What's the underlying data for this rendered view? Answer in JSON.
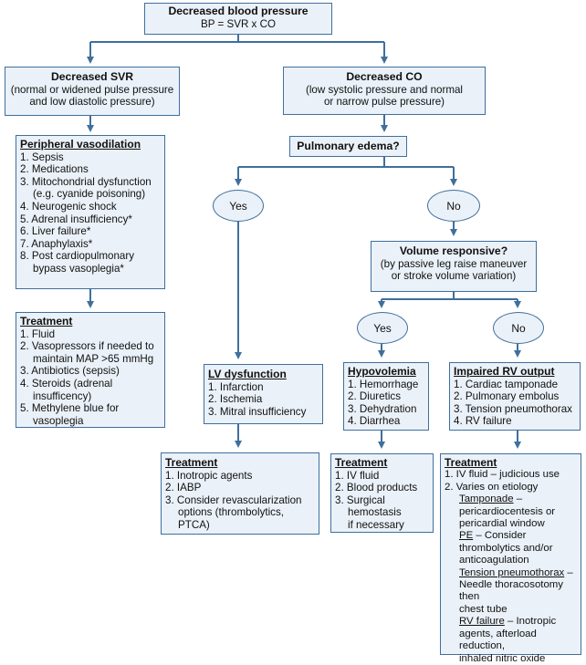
{
  "top": {
    "title": "Decreased blood pressure",
    "formula": "BP = SVR x CO"
  },
  "svr": {
    "title": "Decreased SVR",
    "line1": "(normal or widened pulse pressure",
    "line2": "and low diastolic pressure)"
  },
  "co": {
    "title": "Decreased CO",
    "line1": "(low systolic pressure and normal",
    "line2": "or narrow pulse pressure)"
  },
  "vasodilation": {
    "title": "Peripheral vasodilation",
    "items": [
      "1. Sepsis",
      "2. Medications",
      "3. Mitochondrial dysfunction",
      "(e.g. cyanide poisoning)",
      "4. Neurogenic shock",
      "5. Adrenal insufficiency*",
      "6. Liver failure*",
      "7. Anaphylaxis*",
      "8. Post cardiopulmonary",
      "bypass vasoplegia*"
    ]
  },
  "treatment_svr": {
    "title": "Treatment",
    "items": [
      "1. Fluid",
      "2. Vasopressors if needed to",
      "maintain MAP >65 mmHg",
      "3. Antibiotics (sepsis)",
      "4. Steroids (adrenal",
      "insufficency)",
      "5. Methylene blue for",
      "vasoplegia"
    ]
  },
  "pulmonary_edema": {
    "label": "Pulmonary edema?"
  },
  "yes1": {
    "label": "Yes"
  },
  "no1": {
    "label": "No"
  },
  "lv": {
    "title": "LV dysfunction",
    "items": [
      "1. Infarction",
      "2. Ischemia",
      "3. Mitral insufficiency"
    ]
  },
  "treatment_lv": {
    "title": "Treatment",
    "items": [
      "1. Inotropic agents",
      "2. IABP",
      "3. Consider revascularization",
      "options (thrombolytics,",
      "PTCA)"
    ]
  },
  "volume": {
    "title": "Volume responsive?",
    "line1": "(by passive leg raise maneuver",
    "line2": "or stroke volume variation)"
  },
  "yes2": {
    "label": "Yes"
  },
  "no2": {
    "label": "No"
  },
  "hypovolemia": {
    "title": "Hypovolemia",
    "items": [
      "1. Hemorrhage",
      "2. Diuretics",
      "3. Dehydration",
      "4. Diarrhea"
    ]
  },
  "treatment_hypo": {
    "title": "Treatment",
    "items": [
      "1. IV fluid",
      "2. Blood products",
      "3. Surgical",
      "hemostasis",
      "if necessary"
    ]
  },
  "rv": {
    "title": "Impaired RV output",
    "items": [
      "1. Cardiac tamponade",
      "2. Pulmonary embolus",
      "3. Tension pneumothorax",
      "4. RV failure"
    ]
  },
  "treatment_rv": {
    "title": "Treatment",
    "item1": "1. IV fluid – judicious use",
    "item2": "2. Varies on etiology",
    "tamponade_label": "Tamponade",
    "tamponade_text1": " –",
    "tamponade_text2": "pericardiocentesis or",
    "tamponade_text3": "pericardial window",
    "pe_label": "PE",
    "pe_text1": " – Consider",
    "pe_text2": "thrombolytics and/or",
    "pe_text3": "anticoagulation",
    "tension_label": "Tension pneumothorax",
    "tension_text1": " –",
    "tension_text2": "Needle thoracosotomy then",
    "tension_text3": "chest tube",
    "rvf_label": "RV failure",
    "rvf_text1": " – Inotropic",
    "rvf_text2": "agents, afterload reduction,",
    "rvf_text3": "inhaled nitric oxide"
  },
  "colors": {
    "line": "#3f6f9c",
    "fill": "#eaf1f8"
  }
}
